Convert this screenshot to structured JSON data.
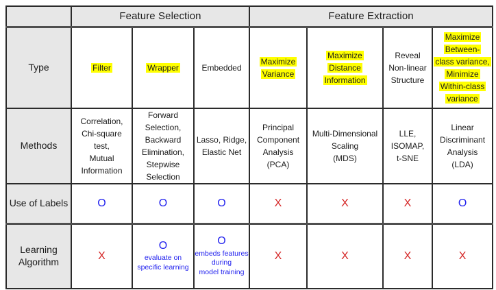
{
  "colors": {
    "highlight_yellow": "#ffff00",
    "mark_o_blue": "#2222ee",
    "mark_x_red": "#d42222",
    "label_gray": "#e7e7e7",
    "border_dark": "#2b2b2b"
  },
  "header": {
    "groups": [
      {
        "label": "Feature Selection"
      },
      {
        "label": "Feature Extraction"
      }
    ]
  },
  "rows": {
    "type": {
      "label": "Type",
      "cells": [
        {
          "text": "Filter",
          "highlight": true
        },
        {
          "text": "Wrapper",
          "highlight": true
        },
        {
          "text": "Embedded",
          "highlight": false
        },
        {
          "text": "Maximize\nVariance",
          "highlight": true
        },
        {
          "text": "Maximize\nDistance\nInformation",
          "highlight": true
        },
        {
          "text": "Reveal\nNon-linear\nStructure",
          "highlight": false
        },
        {
          "text": "Maximize\nBetween-\nclass variance,\nMinimize\nWithin-class\nvariance",
          "highlight": true
        }
      ]
    },
    "methods": {
      "label": "Methods",
      "cells": [
        {
          "text": "Correlation,\nChi-square\ntest,\nMutual\nInformation"
        },
        {
          "text": "Forward\nSelection,\nBackward\nElimination,\nStepwise\nSelection"
        },
        {
          "text": "Lasso, Ridge,\nElastic Net"
        },
        {
          "text": "Principal\nComponent\nAnalysis\n(PCA)"
        },
        {
          "text": "Multi-Dimensional\nScaling\n(MDS)"
        },
        {
          "text": "LLE,\nISOMAP,\nt-SNE"
        },
        {
          "text": "Linear\nDiscriminant\nAnalysis\n(LDA)"
        }
      ]
    },
    "use_of_labels": {
      "label": "Use of Labels",
      "cells": [
        {
          "mark": "O"
        },
        {
          "mark": "O"
        },
        {
          "mark": "O"
        },
        {
          "mark": "X"
        },
        {
          "mark": "X"
        },
        {
          "mark": "X"
        },
        {
          "mark": "O"
        }
      ]
    },
    "learning_algorithm": {
      "label": "Learning\nAlgorithm",
      "cells": [
        {
          "mark": "X"
        },
        {
          "mark": "O",
          "note": "evaluate on\nspecific learning"
        },
        {
          "mark": "O",
          "note": "embeds features\nduring\nmodel training"
        },
        {
          "mark": "X"
        },
        {
          "mark": "X"
        },
        {
          "mark": "X"
        },
        {
          "mark": "X"
        }
      ]
    }
  }
}
